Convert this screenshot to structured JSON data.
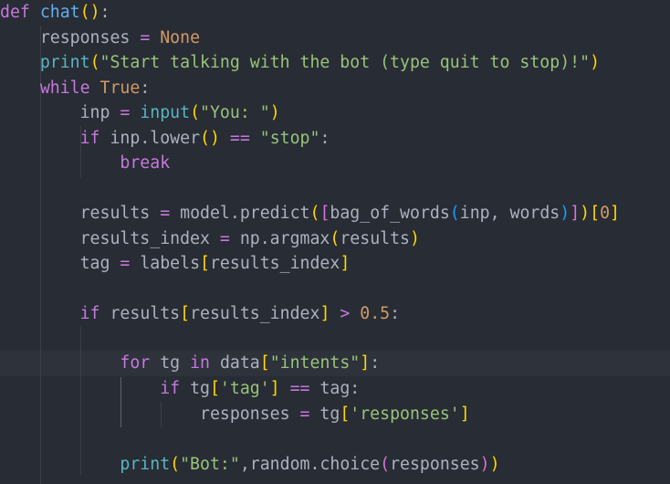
{
  "editor": {
    "theme": {
      "background": "#282c34",
      "current_line": "#2e323b",
      "keyword": "#c678dd",
      "function": "#61afef",
      "builtin": "#56b6c2",
      "string": "#98c379",
      "number": "#d19a66",
      "plain": "#abb2bf",
      "bracket_level1": "#ffd700",
      "bracket_level2": "#da70d6",
      "bracket_level3": "#179fff"
    },
    "lines": [
      "def chat():",
      "    responses = None",
      "    print(\"Start talking with the bot (type quit to stop)!\")",
      "    while True:",
      "        inp = input(\"You: \")",
      "        if inp.lower() == \"stop\":",
      "            break",
      "",
      "        results = model.predict([bag_of_words(inp, words)])[0]",
      "        results_index = np.argmax(results)",
      "        tag = labels[results_index]",
      "",
      "        if results[results_index] > 0.5:",
      "",
      "            for tg in data[\"intents\"]:",
      "                if tg['tag'] == tag:",
      "                    responses = tg['responses']",
      "",
      "            print(\"Bot:\",random.choice(responses))"
    ],
    "tokens": {
      "l0": {
        "kw_def": "def",
        "fn_name": "chat",
        "open": "(",
        "close": ")",
        "colon": ":"
      },
      "l1": {
        "var": "responses",
        "eq": "=",
        "val": "None"
      },
      "l2": {
        "fn": "print",
        "open": "(",
        "str": "\"Start talking with the bot (type quit to stop)!\"",
        "close": ")"
      },
      "l3": {
        "kw": "while",
        "val": "True",
        "colon": ":"
      },
      "l4": {
        "var": "inp",
        "eq": "=",
        "fn": "input",
        "open": "(",
        "str": "\"You: \"",
        "close": ")"
      },
      "l5": {
        "kw": "if",
        "var": "inp.lower",
        "open": "(",
        "close": ")",
        "eq": "==",
        "str": "\"stop\"",
        "colon": ":"
      },
      "l6": {
        "kw": "break"
      },
      "l8": {
        "var": "results",
        "eq": "=",
        "call": "model.predict",
        "p1": "(",
        "s1": "[",
        "fn": "bag_of_words",
        "p2": "(",
        "args": "inp, words",
        "p2c": ")",
        "s1c": "]",
        "p1c": ")",
        "s2": "[",
        "idx": "0",
        "s2c": "]"
      },
      "l9": {
        "var": "results_index",
        "eq": "=",
        "call": "np.argmax",
        "open": "(",
        "arg": "results",
        "close": ")"
      },
      "l10": {
        "var": "tag",
        "eq": "=",
        "call": "labels",
        "open": "[",
        "arg": "results_index",
        "close": "]"
      },
      "l12": {
        "kw": "if",
        "var": "results",
        "open": "[",
        "arg": "results_index",
        "close": "]",
        "gt": ">",
        "num": "0.5",
        "colon": ":"
      },
      "l14": {
        "kw_for": "for",
        "var": "tg",
        "kw_in": "in",
        "obj": "data",
        "open": "[",
        "str": "\"intents\"",
        "close": "]",
        "colon": ":"
      },
      "l15": {
        "kw": "if",
        "var": "tg",
        "open": "[",
        "str": "'tag'",
        "close": "]",
        "eq": "==",
        "rhs": "tag",
        "colon": ":"
      },
      "l16": {
        "var": "responses",
        "eq": "=",
        "obj": "tg",
        "open": "[",
        "str": "'responses'",
        "close": "]"
      },
      "l18": {
        "fn": "print",
        "p1": "(",
        "str": "\"Bot:\"",
        "comma": ",",
        "call": "random.choice",
        "p2": "(",
        "arg": "responses",
        "p2c": ")",
        "p1c": ")"
      }
    }
  }
}
